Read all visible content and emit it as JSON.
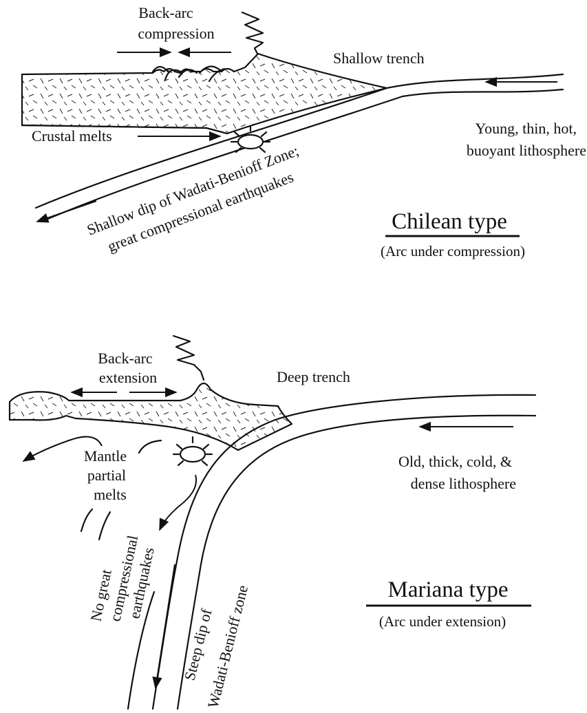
{
  "chilean": {
    "backarc_line1": "Back-arc",
    "backarc_line2": "compression",
    "trench": "Shallow trench",
    "crustal_melts": "Crustal melts",
    "plate_line1": "Young, thin, hot,",
    "plate_line2": "buoyant lithosphere",
    "dip_line1": "Shallow dip of Wadati-Benioff Zone;",
    "dip_line2": "great compressional earthquakes",
    "title": "Chilean type",
    "subtitle": "(Arc under compression)"
  },
  "mariana": {
    "backarc_line1": "Back-arc",
    "backarc_line2": "extension",
    "trench": "Deep trench",
    "mantle_line1": "Mantle",
    "mantle_line2": "partial",
    "mantle_line3": "melts",
    "plate_line1": "Old, thick, cold, &",
    "plate_line2": "dense lithosphere",
    "quake_line1": "No great",
    "quake_line2": "compressional",
    "quake_line3": "earthquakes",
    "dip_line1": "Steep dip of",
    "dip_line2": "Wadati-Benioff zone",
    "title": "Mariana type",
    "subtitle": "(Arc under extension)"
  }
}
